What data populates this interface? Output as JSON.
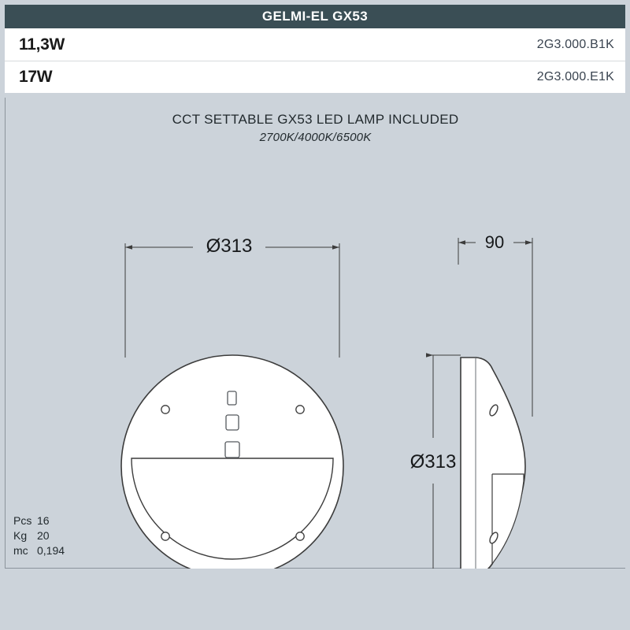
{
  "header": {
    "title": "GELMI-EL GX53"
  },
  "product_rows": [
    {
      "power": "11,3W",
      "code": "2G3.000.B1K"
    },
    {
      "power": "17W",
      "code": "2G3.000.E1K"
    }
  ],
  "lamp_note": {
    "main": "CCT SETTABLE GX53 LED LAMP INCLUDED",
    "sub": "2700K/4000K/6500K"
  },
  "dimensions": {
    "front_diameter": "Ø313",
    "side_depth": "90",
    "side_height": "Ø313"
  },
  "packing": {
    "pcs_label": "Pcs",
    "pcs_value": "16",
    "kg_label": "Kg",
    "kg_value": "20",
    "mc_label": "mc",
    "mc_value": "0,194"
  },
  "colors": {
    "header_bg": "#3a4e55",
    "panel_bg": "#ccd3da",
    "row_bg": "#ffffff",
    "line": "#3c3c3c",
    "fixture_fill": "#ffffff"
  }
}
